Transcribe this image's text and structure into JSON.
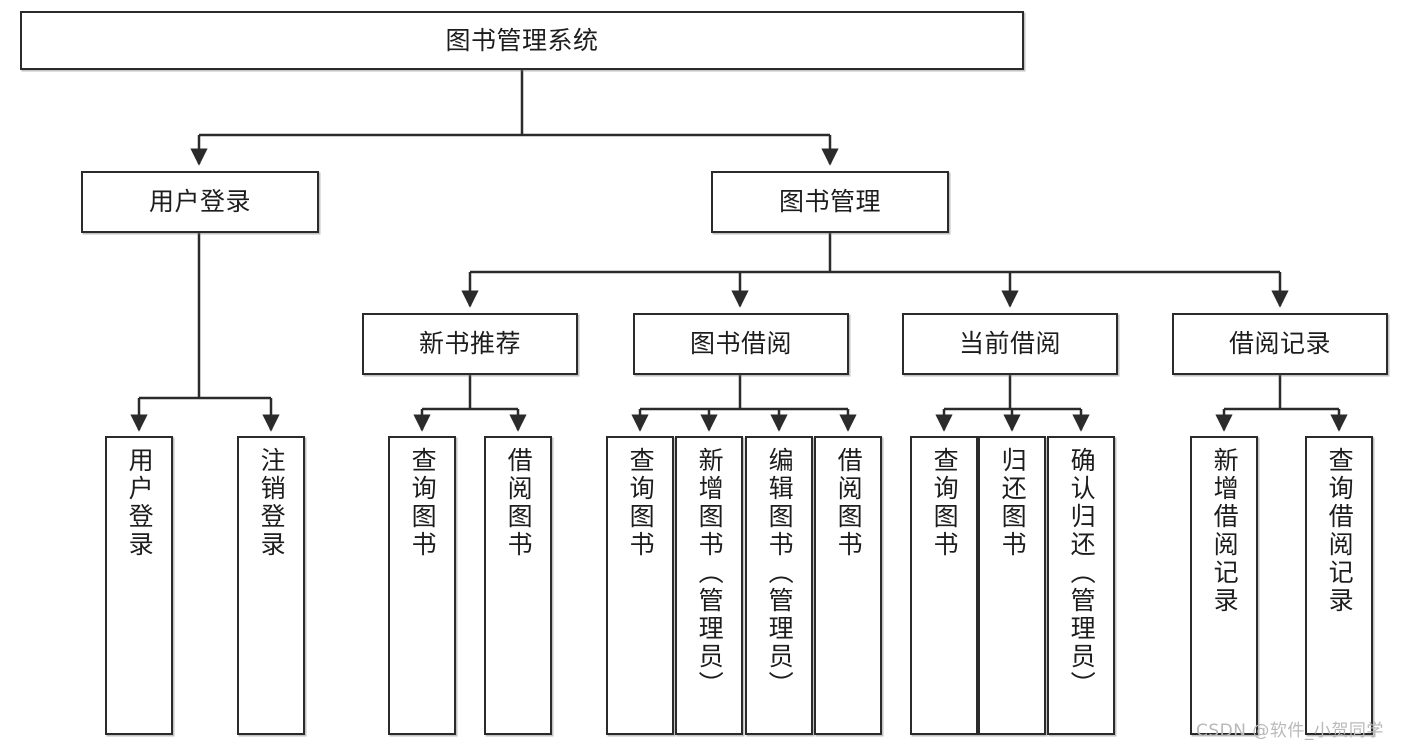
{
  "diagram": {
    "type": "tree",
    "title": "图书管理系统",
    "root": {
      "label": "图书管理系统"
    },
    "level2": [
      {
        "label": "用户登录"
      },
      {
        "label": "图书管理"
      }
    ],
    "level3": [
      {
        "label": "新书推荐"
      },
      {
        "label": "图书借阅"
      },
      {
        "label": "当前借阅"
      },
      {
        "label": "借阅记录"
      }
    ],
    "leaves": {
      "user_login": [
        {
          "label": "用户登录"
        },
        {
          "label": "注销登录"
        }
      ],
      "new_book_recommend": [
        {
          "label": "查询图书"
        },
        {
          "label": "借阅图书"
        }
      ],
      "book_borrow": [
        {
          "label": "查询图书"
        },
        {
          "label": "新增图书（管理员）"
        },
        {
          "label": "编辑图书（管理员）"
        },
        {
          "label": "借阅图书"
        }
      ],
      "current_borrow": [
        {
          "label": "查询图书"
        },
        {
          "label": "归还图书"
        },
        {
          "label": "确认归还（管理员）"
        }
      ],
      "borrow_record": [
        {
          "label": "新增借阅记录"
        },
        {
          "label": "查询借阅记录"
        }
      ]
    },
    "colors": {
      "stroke": "#2b2b2b",
      "fill": "#ffffff",
      "text": "#1d1d1d",
      "watermark": "#b9b9b9"
    }
  },
  "watermark": {
    "text": "CSDN @软件_小贺同学"
  }
}
